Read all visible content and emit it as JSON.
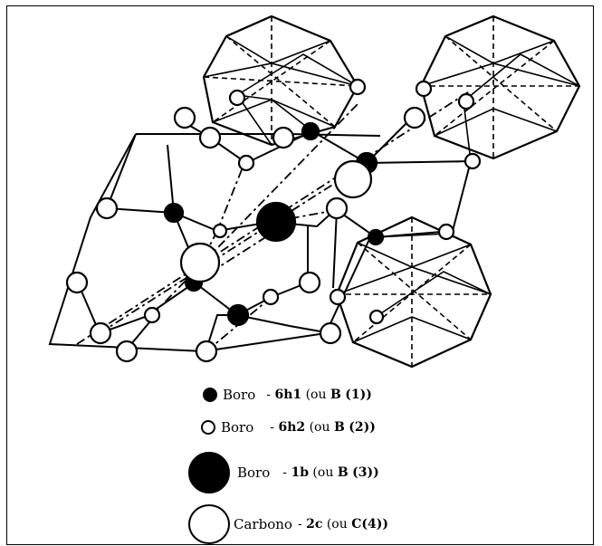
{
  "legend": [
    {
      "symbol": "filled-small-circle",
      "name": "Boro",
      "site": "6h1",
      "ou": "ou",
      "atom": "B",
      "index": "(1))"
    },
    {
      "symbol": "open-small-circle",
      "name": "Boro",
      "site": "6h2",
      "ou": "ou",
      "atom": "B",
      "index": "(2))"
    },
    {
      "symbol": "filled-large-circle",
      "name": "Boro",
      "site": "1b",
      "ou": "ou",
      "atom": "B",
      "index": "(3))"
    },
    {
      "symbol": "open-large-circle",
      "name": "Carbono",
      "site": "2c",
      "ou": "ou",
      "atom": "C",
      "index": "(4))"
    }
  ],
  "colors": {
    "ink": "#000000",
    "paper": "#ffffff"
  }
}
